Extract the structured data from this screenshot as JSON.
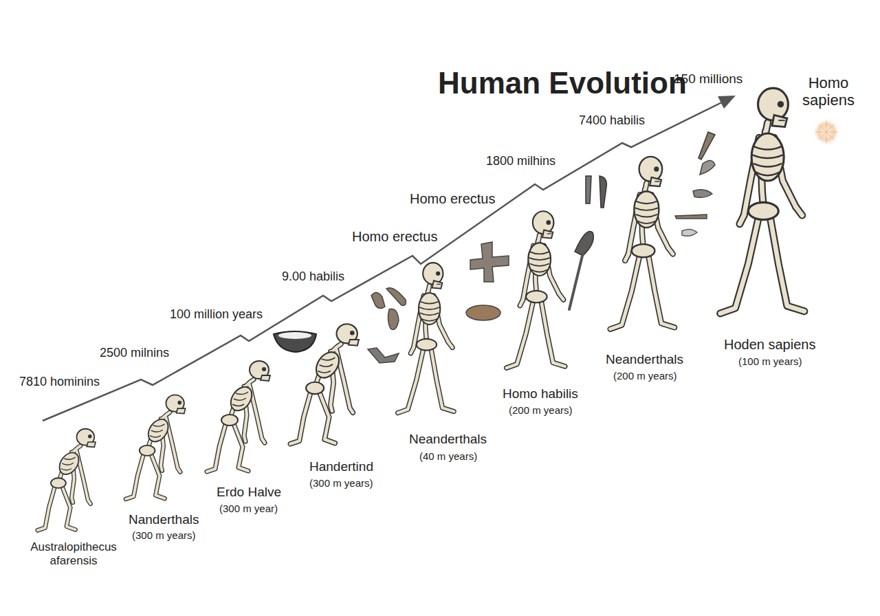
{
  "diagram": {
    "title": "Human Evolution",
    "labels": [
      "7810 hominins",
      "2500 milnins",
      "100 million years",
      "9.00 habilis",
      "Homo erectus",
      "Homo erectus",
      "1800 milhins",
      "7400 habilis",
      "150 millions",
      "Homo sapiens",
      "Australopithecus afarensis",
      "Nanderthals",
      "(300 m years)",
      "Erdo Halve",
      "(300 m year)",
      "Handertind",
      "(300 m years)",
      "Neanderthals",
      "(40 m years)",
      "Homo habilis",
      "(200 m years)",
      "Neanderthals",
      "(200 m years)",
      "Hoden sapiens",
      "(100 m years)"
    ]
  }
}
